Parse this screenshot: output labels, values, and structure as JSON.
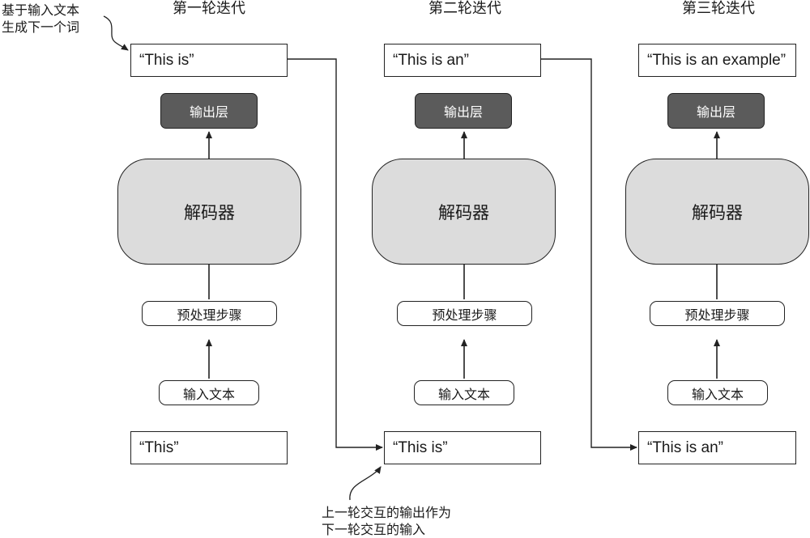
{
  "notes": {
    "top_left": [
      "基于输入文本",
      "生成下一个词"
    ],
    "bottom": [
      "上一轮交互的输出作为",
      "下一轮交互的输入"
    ]
  },
  "columns": [
    {
      "title": "第一轮迭代",
      "output_text": "“This is”",
      "output_layer": "输出层",
      "decoder": "解码器",
      "preprocess": "预处理步骤",
      "input_label": "输入文本",
      "input_text": "“This”"
    },
    {
      "title": "第二轮迭代",
      "output_text": "“This is an”",
      "output_layer": "输出层",
      "decoder": "解码器",
      "preprocess": "预处理步骤",
      "input_label": "输入文本",
      "input_text": "“This is”"
    },
    {
      "title": "第三轮迭代",
      "output_text": "“This is an example”",
      "output_layer": "输出层",
      "decoder": "解码器",
      "preprocess": "预处理步骤",
      "input_label": "输入文本",
      "input_text": "“This is an”"
    }
  ]
}
